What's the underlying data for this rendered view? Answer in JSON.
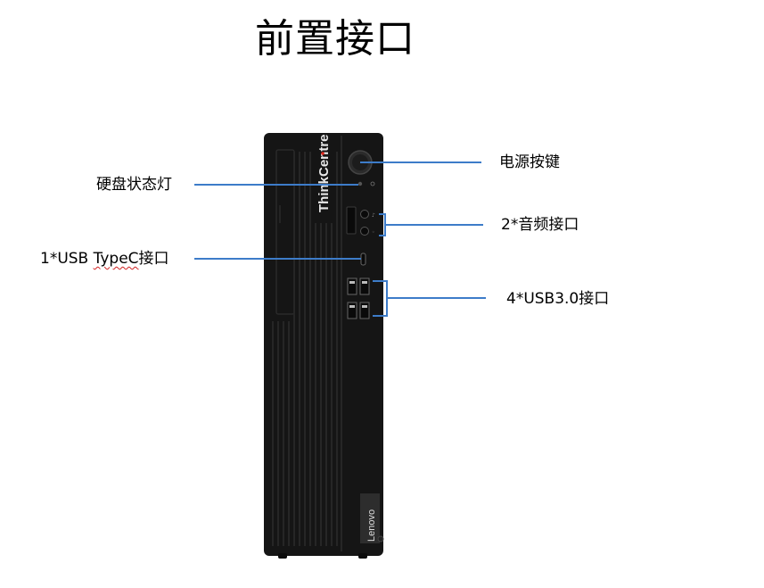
{
  "title": "前置接口",
  "device": {
    "brand_text": "ThinkCentre",
    "logo_text": "Lenovo",
    "colors": {
      "chassis": "#151515",
      "edge": "#2a2a2a",
      "callout_line": "#3d7cc9",
      "accent_dot": "#e0261b"
    }
  },
  "callouts": {
    "power_button": "电源按键",
    "hdd_status_light": "硬盘状态灯",
    "audio_ports": "2*音频接口",
    "usb_typec": {
      "prefix": "1*USB ",
      "typec": "TypeC",
      "suffix": "接口"
    },
    "usb30_ports": "4*USB3.0接口"
  }
}
